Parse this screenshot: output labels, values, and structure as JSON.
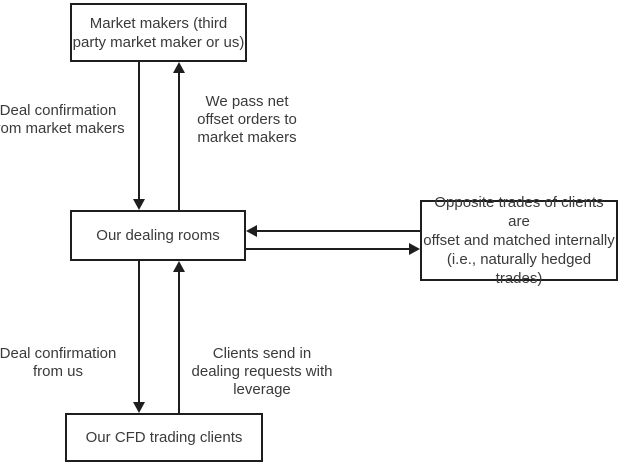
{
  "diagram": {
    "nodes": {
      "market_makers": {
        "label": "Market makers (third\nparty market maker or us)"
      },
      "dealing_rooms": {
        "label": "Our dealing rooms"
      },
      "cfd_clients": {
        "label": "Our CFD trading clients"
      },
      "offset_trades": {
        "label": "Opposite trades of clients are\noffset and matched internally\n(i.e., naturally hedged trades)"
      }
    },
    "edge_labels": {
      "deal_confirmation_mm": "Deal confirmation\nfrom market makers",
      "pass_net_offset": "We pass net\noffset orders to\nmarket makers",
      "deal_confirmation_us": "Deal confirmation\nfrom us",
      "clients_requests": "Clients send in\ndealing requests with\nleverage"
    },
    "colors": {
      "line": "#1e1e1e",
      "text": "#3a3a3a",
      "background": "#ffffff"
    }
  }
}
